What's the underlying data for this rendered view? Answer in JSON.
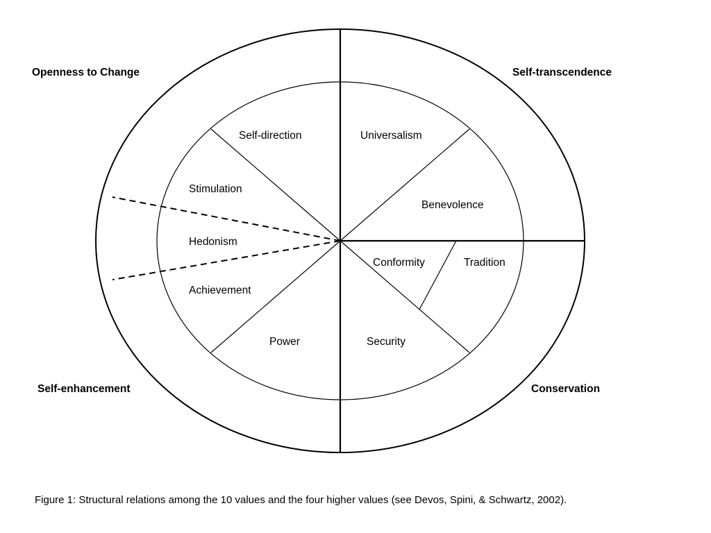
{
  "higher_values": {
    "openness": "Openness to Change",
    "self_transcendence": "Self-transcendence",
    "self_enhancement": "Self-enhancement",
    "conservation": "Conservation"
  },
  "values": {
    "self_direction": "Self-direction",
    "universalism": "Universalism",
    "stimulation": "Stimulation",
    "benevolence": "Benevolence",
    "hedonism": "Hedonism",
    "conformity": "Conformity",
    "tradition": "Tradition",
    "achievement": "Achievement",
    "power": "Power",
    "security": "Security"
  },
  "caption": "Figure 1: Structural relations among the 10 values and the four higher values (see Devos, Spini, & Schwartz, 2002)."
}
